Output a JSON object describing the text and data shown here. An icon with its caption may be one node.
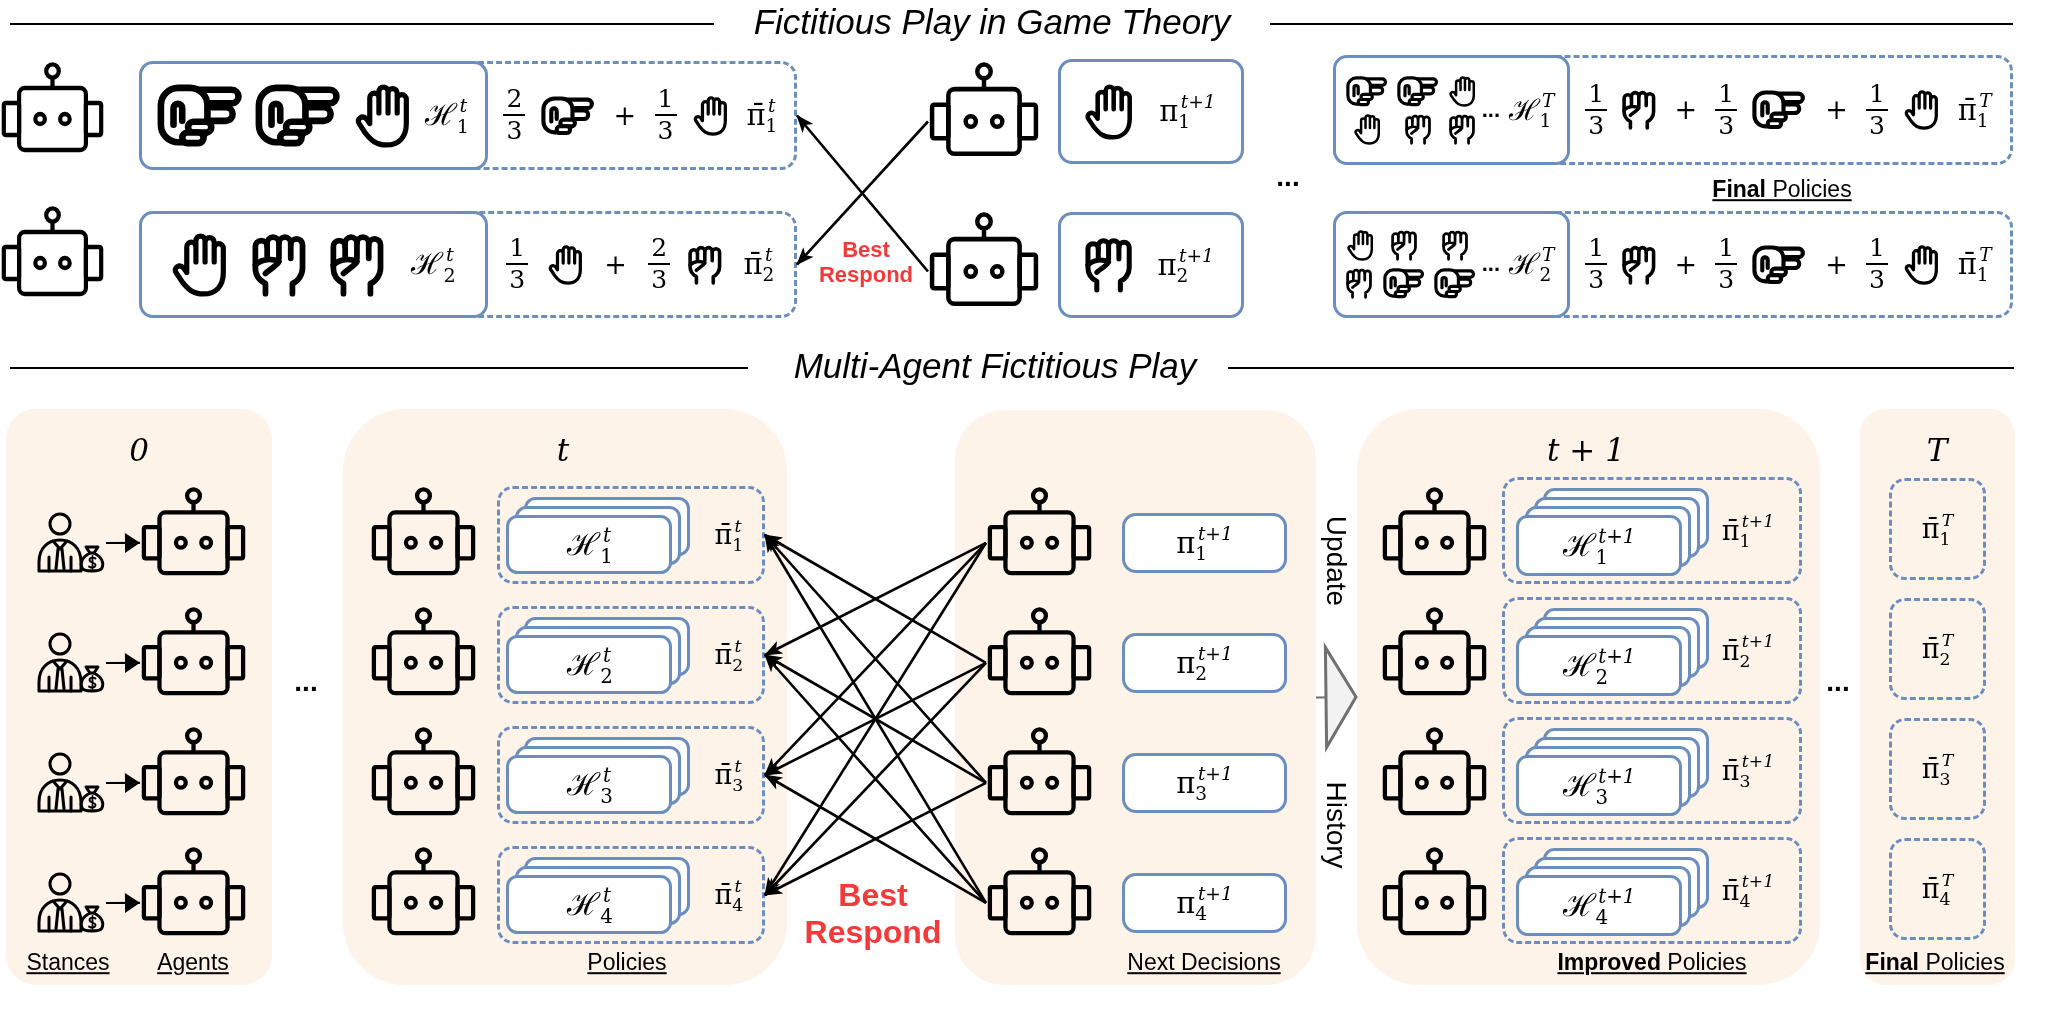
{
  "diagram": {
    "nodes": [
      {
        "text": [],
        "shape": "picture"
      },
      {
        "text": [
          "2",
          "3",
          "+",
          "1",
          "3",
          "π̄$_{1}$$^{t}$"
        ]
      },
      {
        "text": [
          "ℋ$_{1}$$^{t}$"
        ],
        "in": 1
      },
      {
        "text": [],
        "shape": "picture"
      },
      {
        "text": [
          "π$_{1}$$^{t+1}$"
        ]
      },
      {
        "text": [
          "1",
          "3",
          "+",
          "1",
          "3",
          "+",
          "1",
          "3",
          "π̄$_{1}$$^{T}$"
        ]
      },
      {
        "text": [
          "...",
          "ℋ$_{1}$$^{T}$"
        ],
        "in": 5
      },
      {
        "text": [],
        "shape": "picture"
      },
      {
        "text": [
          "1",
          "3",
          "+",
          "2",
          "3",
          "π̄$_{2}$$^{t}$"
        ]
      },
      {
        "text": [
          "ℋ$_{2}$$^{t}$"
        ],
        "in": 8
      },
      {
        "text": [],
        "shape": "picture"
      },
      {
        "text": [
          "π$_{2}$$^{t+1}$"
        ]
      },
      {
        "text": [
          "1",
          "3",
          "+",
          "1",
          "3",
          "+",
          "1",
          "3",
          "π̄$_{1}$$^{T}$"
        ]
      },
      {
        "text": [
          "...",
          "ℋ$_{2}$$^{T}$"
        ],
        "in": 12
      },
      {
        "text": [
          "0",
          "Stances",
          "Agents"
        ]
      },
      {
        "text": [],
        "shape": "person",
        "in": 14
      },
      {
        "text": [],
        "shape": "picture",
        "in": 14
      },
      {
        "text": [],
        "shape": "person",
        "in": 14
      },
      {
        "text": [],
        "shape": "picture",
        "in": 14
      },
      {
        "text": [],
        "shape": "person",
        "in": 14
      },
      {
        "text": [],
        "shape": "picture",
        "in": 14
      },
      {
        "text": [],
        "shape": "person",
        "in": 14
      },
      {
        "text": [],
        "shape": "picture",
        "in": 14
      },
      {
        "text": [
          "t",
          "Policies"
        ]
      },
      {
        "text": [],
        "shape": "picture",
        "in": 23
      },
      {
        "text": [
          "π̄$_{1}$$^{t}$"
        ],
        "in": 23
      },
      {
        "text": [
          "ℋ$_{1}$$^{t}$"
        ],
        "in": 25
      },
      {
        "text": [],
        "shape": "picture",
        "in": 23
      },
      {
        "text": [
          "π̄$_{2}$$^{t}$"
        ],
        "in": 23
      },
      {
        "text": [
          "ℋ$_{2}$$^{t}$"
        ],
        "in": 28
      },
      {
        "text": [],
        "shape": "picture",
        "in": 23
      },
      {
        "text": [
          "π̄$_{3}$$^{t}$"
        ],
        "in": 23
      },
      {
        "text": [
          "ℋ$_{3}$$^{t}$"
        ],
        "in": 31
      },
      {
        "text": [],
        "shape": "picture",
        "in": 23
      },
      {
        "text": [
          "π̄$_{4}$$^{t}$"
        ],
        "in": 23
      },
      {
        "text": [
          "ℋ$_{4}$$^{t}$"
        ],
        "in": 34
      },
      {
        "text": [
          "Next Decisions"
        ]
      },
      {
        "text": [],
        "shape": "picture",
        "in": 36
      },
      {
        "text": [
          "π$_{1}$$^{t+1}$"
        ],
        "in": 36
      },
      {
        "text": [],
        "shape": "picture",
        "in": 36
      },
      {
        "text": [
          "π$_{2}$$^{t+1}$"
        ],
        "in": 36
      },
      {
        "text": [],
        "shape": "picture",
        "in": 36
      },
      {
        "text": [
          "π$_{3}$$^{t+1}$"
        ],
        "in": 36
      },
      {
        "text": [],
        "shape": "picture",
        "in": 36
      },
      {
        "text": [
          "π$_{4}$$^{t+1}$"
        ],
        "in": 36
      },
      {
        "text": [
          "t + 1",
          "**Improved** Policies"
        ]
      },
      {
        "text": [],
        "shape": "picture",
        "in": 45
      },
      {
        "text": [
          "π̄$_{1}$$^{t+1}$"
        ],
        "in": 45
      },
      {
        "text": [
          "ℋ$_{1}$$^{t+1}$"
        ],
        "in": 47
      },
      {
        "text": [],
        "shape": "picture",
        "in": 45
      },
      {
        "text": [
          "π̄$_{2}$$^{t+1}$"
        ],
        "in": 45
      },
      {
        "text": [
          "ℋ$_{2}$$^{t+1}$"
        ],
        "in": 50
      },
      {
        "text": [],
        "shape": "picture",
        "in": 45
      },
      {
        "text": [
          "π̄$_{3}$$^{t+1}$"
        ],
        "in": 45
      },
      {
        "text": [
          "ℋ$_{3}$$^{t+1}$"
        ],
        "in": 53
      },
      {
        "text": [],
        "shape": "picture",
        "in": 45
      },
      {
        "text": [
          "π̄$_{4}$$^{t+1}$"
        ],
        "in": 45
      },
      {
        "text": [
          "ℋ$_{4}$$^{t+1}$"
        ],
        "in": 56
      },
      {
        "text": [
          "T",
          "**Final** Policies"
        ]
      },
      {
        "text": [
          "π̄$_{1}$$^{T}$"
        ],
        "in": 58
      },
      {
        "text": [
          "π̄$_{2}$$^{T}$"
        ],
        "in": 58
      },
      {
        "text": [
          "π̄$_{3}$$^{T}$"
        ],
        "in": 58
      },
      {
        "text": [
          "π̄$_{4}$$^{T}$"
        ],
        "in": 58
      }
    ],
    "edges": [
      {
        "from": 3,
        "to": 8,
        "arrow": "to"
      },
      {
        "from": 10,
        "to": 1,
        "arrow": "to"
      },
      {
        "from": 15,
        "to": 16,
        "arrow": "to"
      },
      {
        "from": 17,
        "to": 18,
        "arrow": "to"
      },
      {
        "from": 19,
        "to": 20,
        "arrow": "to"
      },
      {
        "from": 21,
        "to": 22,
        "arrow": "to"
      },
      {
        "from": 37,
        "to": 28,
        "arrow": "to"
      },
      {
        "from": 37,
        "to": 31,
        "arrow": "to"
      },
      {
        "from": 37,
        "to": 34,
        "arrow": "to"
      },
      {
        "from": 39,
        "to": 25,
        "arrow": "to"
      },
      {
        "from": 39,
        "to": 31,
        "arrow": "to"
      },
      {
        "from": 39,
        "to": 34,
        "arrow": "to"
      },
      {
        "from": 41,
        "to": 25,
        "arrow": "to"
      },
      {
        "from": 41,
        "to": 28,
        "arrow": "to"
      },
      {
        "from": 41,
        "to": 34,
        "arrow": "to"
      },
      {
        "from": 43,
        "to": 25,
        "arrow": "to"
      },
      {
        "from": 43,
        "to": 28,
        "arrow": "to"
      },
      {
        "from": 43,
        "to": 31,
        "arrow": "to"
      },
      {
        "from": 36,
        "to": 45,
        "arrow": "to",
        "color": "#707070"
      }
    ],
    "labels": [
      "Fictitious Play in Game Theory",
      "...",
      "**Final** Policies",
      "Best Respond",
      "Multi-Agent Fictitious Play",
      "...",
      "Update",
      "History",
      "...",
      "Best Respond"
    ]
  }
}
